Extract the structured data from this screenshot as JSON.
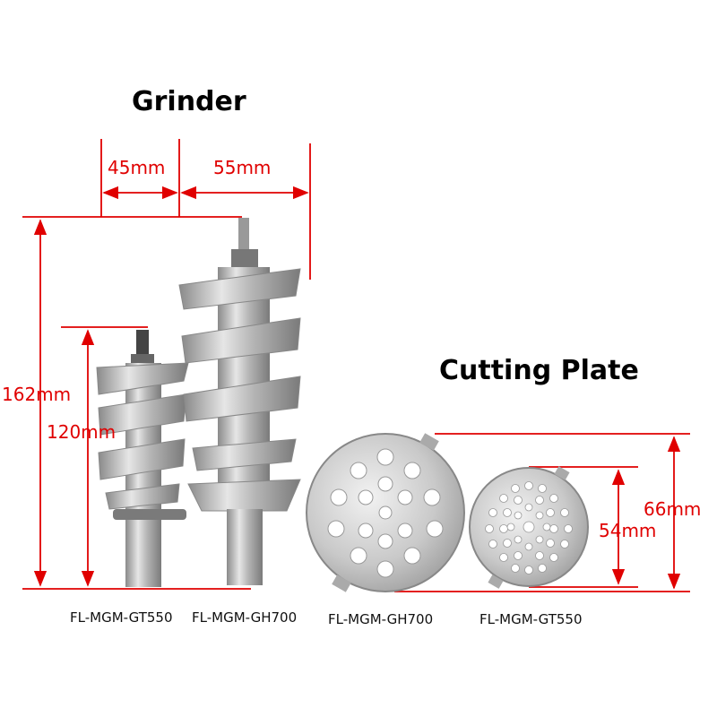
{
  "titles": {
    "grinder": "Grinder",
    "cutting_plate": "Cutting Plate"
  },
  "dimensions": {
    "gt550_diameter": "45mm",
    "gh700_diameter": "55mm",
    "gh700_length": "162mm",
    "gt550_length": "120mm",
    "gh700_plate_diameter": "66mm",
    "gt550_plate_diameter": "54mm"
  },
  "models": {
    "grinder_gt550": "FL-MGM-GT550",
    "grinder_gh700": "FL-MGM-GH700",
    "plate_gh700": "FL-MGM-GH700",
    "plate_gt550": "FL-MGM-GT550"
  },
  "colors": {
    "dimension": "#e00000",
    "metal": "#c8c8c8"
  }
}
